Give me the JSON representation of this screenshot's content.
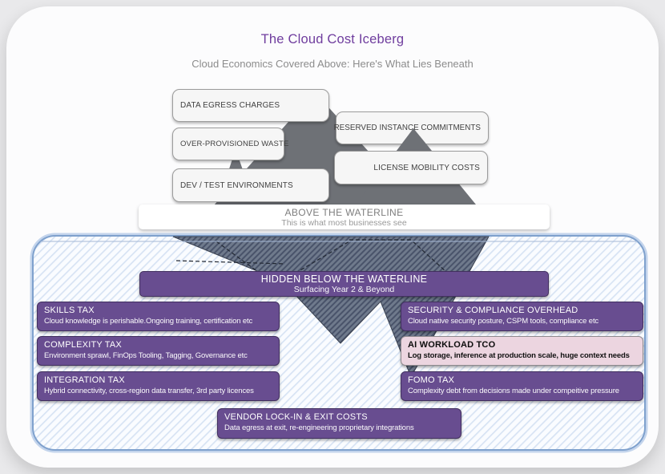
{
  "title": "The Cloud Cost Iceberg",
  "subtitle": "Cloud Economics Covered Above: Here's What Lies Beneath",
  "colors": {
    "title_purple": "#6f3d9e",
    "box_purple": "#684d90",
    "box_pink": "#ecd5e0",
    "iceberg_above": "#6e7176",
    "iceberg_below_base": "#6f7a8c",
    "iceberg_below_stripe": "#49536a",
    "water_border": "#7fa1cd",
    "water_stripe": "#d7e3f4"
  },
  "above_waterline": {
    "left_labels": [
      "DATA EGRESS CHARGES",
      "OVER-PROVISIONED WASTE",
      "DEV / TEST ENVIRONMENTS"
    ],
    "right_labels": [
      "RESERVED INSTANCE COMMITMENTS",
      "LICENSE MOBILITY COSTS"
    ],
    "band_title": "ABOVE THE WATERLINE",
    "band_subtitle": "This is what most businesses see"
  },
  "below_waterline": {
    "header_title": "HIDDEN BELOW THE WATERLINE",
    "header_subtitle": "Surfacing Year 2 & Beyond",
    "left_items": [
      {
        "title": "SKILLS TAX",
        "desc": "Cloud knowledge is perishable.Ongoing training, certification etc"
      },
      {
        "title": "COMPLEXITY TAX",
        "desc": "Environment sprawl, FinOps Tooling, Tagging, Governance etc"
      },
      {
        "title": "INTEGRATION TAX",
        "desc": "Hybrid connectivity, cross-region data transfer, 3rd party licences"
      }
    ],
    "right_items": [
      {
        "title": "SECURITY & COMPLIANCE OVERHEAD",
        "desc": "Cloud native security posture, CSPM tools, compliance etc"
      },
      {
        "title": "AI WORKLOAD TCO",
        "desc": "Log storage, inference at production scale, huge context needs"
      },
      {
        "title": "FOMO TAX",
        "desc": "Complexity debt from decisions made under compeitive pressure"
      }
    ],
    "bottom_item": {
      "title": "VENDOR LOCK-IN & EXIT COSTS",
      "desc": "Data egress at exit, re-engineering proprietary integrations"
    }
  }
}
